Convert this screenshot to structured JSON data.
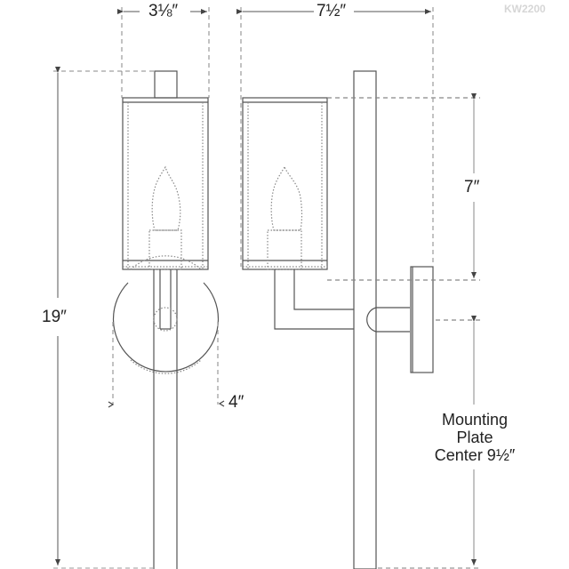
{
  "drawing": {
    "watermark": "KW2200",
    "views": [
      "front",
      "side"
    ],
    "colors": {
      "line": "#555555",
      "dim_line": "#777777",
      "hidden_line": "#888888",
      "text": "#222222",
      "watermark": "#d6d6d6",
      "background": "#ffffff"
    }
  },
  "dimensions": {
    "front_width": "3⅛″",
    "side_depth": "7½″",
    "overall_height": "19″",
    "shade_height": "7″",
    "backplate_diameter": "4″",
    "mounting_plate_line1": "Mounting",
    "mounting_plate_line2": "Plate",
    "mounting_plate_line3": "Center 9½″"
  }
}
